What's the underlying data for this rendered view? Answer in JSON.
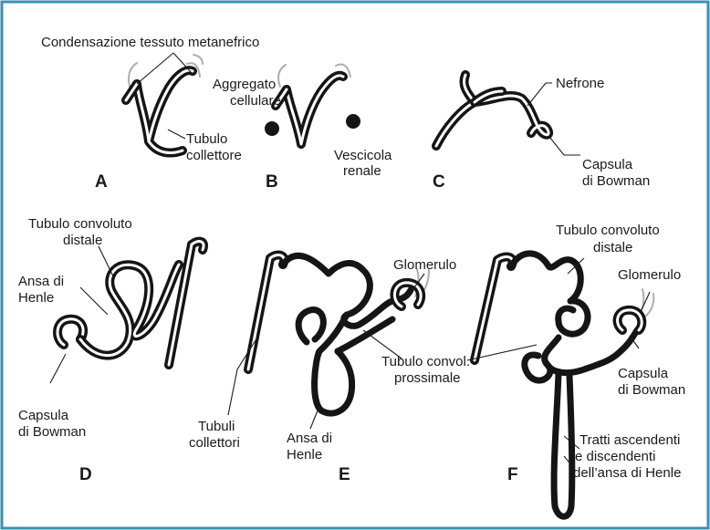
{
  "frame_color": "#3a8fb7",
  "panels": [
    {
      "id": "A",
      "letter": "A",
      "labels": [
        "Condensazione tessuto metanefrico",
        "Tubulo",
        "collettore"
      ]
    },
    {
      "id": "B",
      "letter": "B",
      "labels": [
        "Aggregato",
        "cellulare",
        "Vescicola",
        "renale"
      ]
    },
    {
      "id": "C",
      "letter": "C",
      "labels": [
        "Nefrone",
        "Capsula",
        "di Bowman"
      ]
    },
    {
      "id": "D",
      "letter": "D",
      "labels": [
        "Tubulo convoluto",
        "distale",
        "Ansa di",
        "Henle",
        "Capsula",
        "di Bowman"
      ]
    },
    {
      "id": "E",
      "letter": "E",
      "labels": [
        "Glomerulo",
        "Tubuli",
        "collettori",
        "Ansa di",
        "Henle",
        "Tubulo convol.",
        "prossimale"
      ]
    },
    {
      "id": "F",
      "letter": "F",
      "labels": [
        "Tubulo convoluto",
        "distale",
        "Glomerulo",
        "Capsula",
        "di Bowman",
        "Tratti ascendenti",
        "e discendenti",
        "dell’ansa di Henle"
      ]
    }
  ]
}
